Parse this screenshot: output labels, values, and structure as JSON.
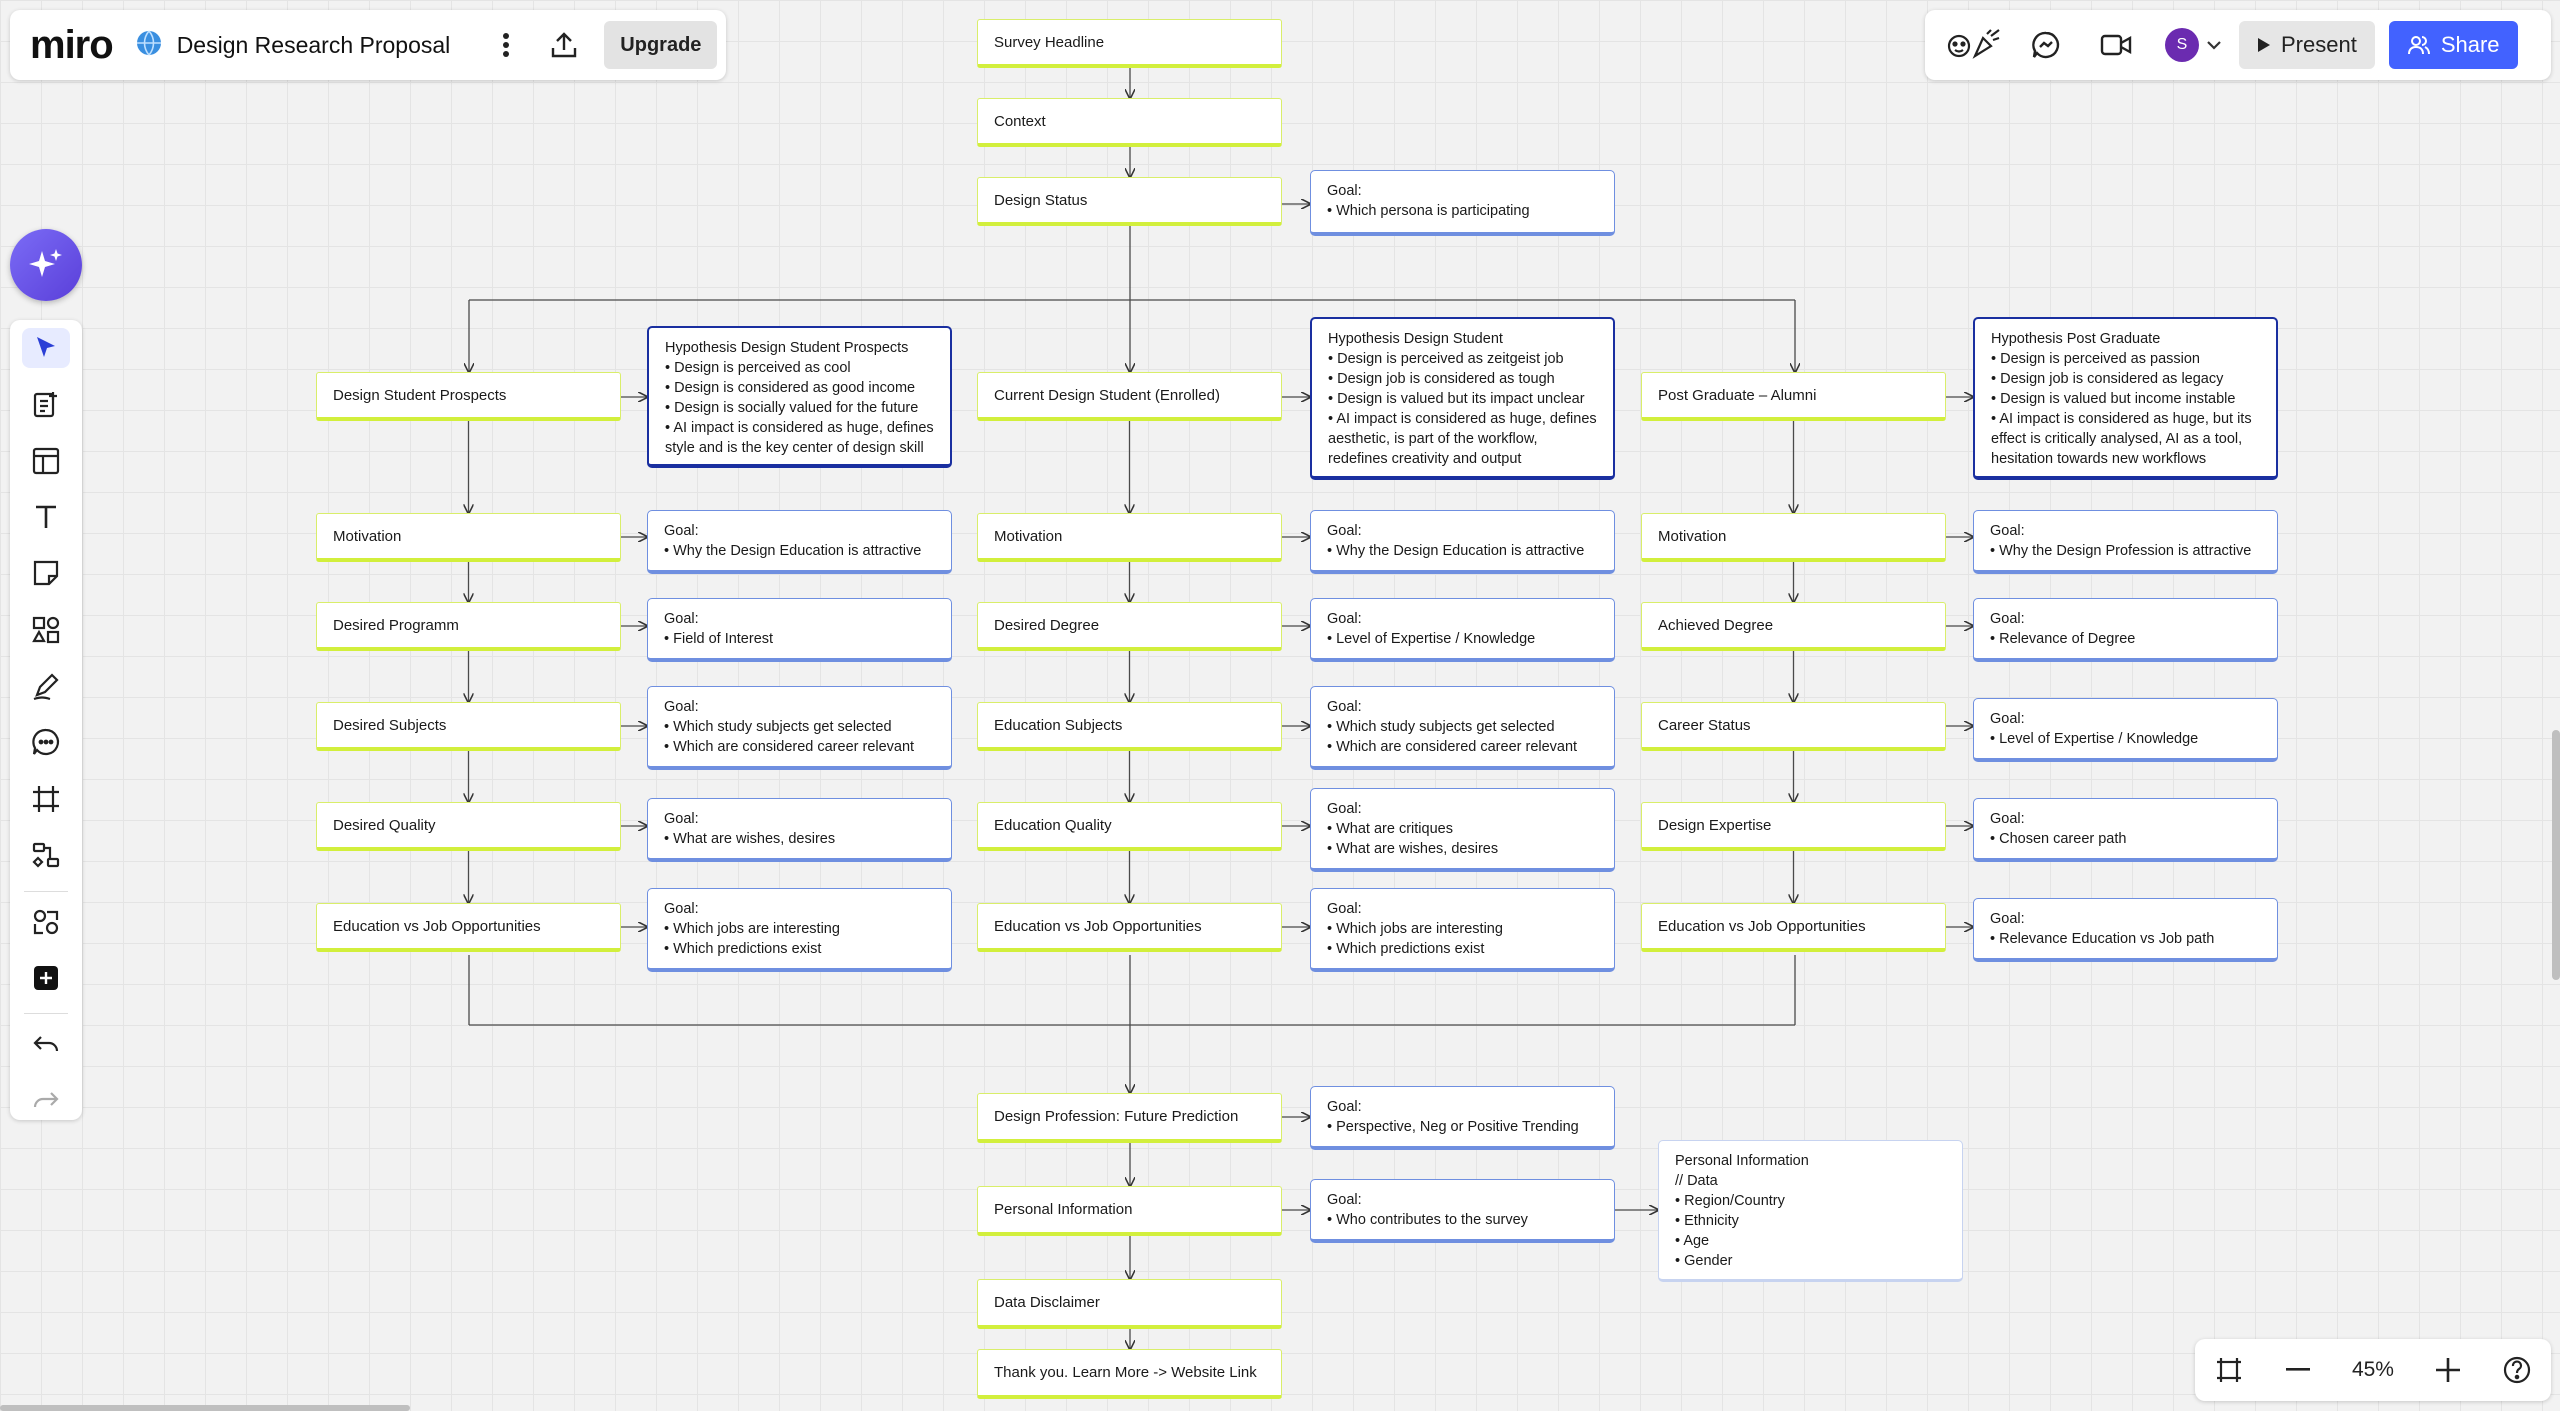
{
  "app": {
    "logo": "miro",
    "board_title": "Design Research Proposal",
    "upgrade_label": "Upgrade",
    "present_label": "Present",
    "share_label": "Share",
    "user_initial": "S",
    "zoom_level": "45%",
    "accent_color": "#4262ff"
  },
  "flow": {
    "survey_headline": "Survey Headline",
    "context": "Context",
    "design_status": "Design Status",
    "goal_design_status": {
      "title": "Goal:",
      "items": [
        "Which persona is participating"
      ]
    },
    "future_prediction": "Design Profession: Future Prediction",
    "goal_future_prediction": {
      "title": "Goal:",
      "items": [
        "Perspective, Neg or Positive Trending"
      ]
    },
    "personal_information": "Personal Information",
    "goal_personal_information": {
      "title": "Goal:",
      "items": [
        "Who contributes to the survey"
      ]
    },
    "personal_data": {
      "title": "Personal Information",
      "subtitle": "// Data",
      "items": [
        "Region/Country",
        "Ethnicity",
        "Age",
        "Gender"
      ]
    },
    "data_disclaimer": "Data Disclaimer",
    "thank_you": "Thank you. Learn More -> Website Link"
  },
  "columns": [
    {
      "persona": "Design Student Prospects",
      "hypothesis": {
        "title": "Hypothesis Design Student Prospects",
        "items": [
          "Design is perceived as cool",
          "Design is considered as good income",
          "Design is socially valued for the future",
          "AI impact is considered as huge, defines style and is the key center of design skill"
        ]
      },
      "rows": [
        {
          "label": "Motivation",
          "goal_title": "Goal:",
          "goal_items": [
            "Why the Design Education is attractive"
          ]
        },
        {
          "label": "Desired Programm",
          "goal_title": "Goal:",
          "goal_items": [
            "Field of Interest"
          ]
        },
        {
          "label": "Desired Subjects",
          "goal_title": "Goal:",
          "goal_items": [
            "Which study subjects get selected",
            "Which are considered career relevant"
          ]
        },
        {
          "label": "Desired Quality",
          "goal_title": "Goal:",
          "goal_items": [
            "What are wishes, desires"
          ]
        },
        {
          "label": "Education vs Job Opportunities",
          "goal_title": "Goal:",
          "goal_items": [
            "Which jobs are interesting",
            "Which predictions exist"
          ]
        }
      ]
    },
    {
      "persona": "Current Design Student (Enrolled)",
      "hypothesis": {
        "title": "Hypothesis Design Student",
        "items": [
          "Design is perceived as zeitgeist job",
          "Design job is considered as tough",
          "Design is valued but its impact unclear",
          "AI impact is considered as huge, defines aesthetic, is part of the workflow, redefines creativity and output"
        ]
      },
      "rows": [
        {
          "label": "Motivation",
          "goal_title": "Goal:",
          "goal_items": [
            "Why the Design Education is attractive"
          ]
        },
        {
          "label": "Desired Degree",
          "goal_title": "Goal:",
          "goal_items": [
            "Level of Expertise / Knowledge"
          ]
        },
        {
          "label": "Education Subjects",
          "goal_title": "Goal:",
          "goal_items": [
            "Which study subjects get selected",
            "Which are considered career relevant"
          ]
        },
        {
          "label": "Education Quality",
          "goal_title": "Goal:",
          "goal_items": [
            "What are critiques",
            "What are wishes, desires"
          ]
        },
        {
          "label": "Education vs Job Opportunities",
          "goal_title": "Goal:",
          "goal_items": [
            "Which jobs are interesting",
            "Which predictions exist"
          ]
        }
      ]
    },
    {
      "persona": "Post Graduate – Alumni",
      "hypothesis": {
        "title": "Hypothesis Post Graduate",
        "items": [
          "Design is perceived as passion",
          "Design job is considered as legacy",
          "Design is valued but income instable",
          "AI impact is considered as huge, but its effect is critically analysed, AI as a tool, hesitation towards new workflows"
        ]
      },
      "rows": [
        {
          "label": "Motivation",
          "goal_title": "Goal:",
          "goal_items": [
            "Why the Design Profession is attractive"
          ]
        },
        {
          "label": "Achieved Degree",
          "goal_title": "Goal:",
          "goal_items": [
            "Relevance of Degree"
          ]
        },
        {
          "label": "Career Status",
          "goal_title": "Goal:",
          "goal_items": [
            "Level of Expertise / Knowledge"
          ]
        },
        {
          "label": "Design Expertise",
          "goal_title": "Goal:",
          "goal_items": [
            "Chosen career path"
          ]
        },
        {
          "label": "Education vs Job Opportunities",
          "goal_title": "Goal:",
          "goal_items": [
            "Relevance Education vs Job path"
          ]
        }
      ]
    }
  ]
}
